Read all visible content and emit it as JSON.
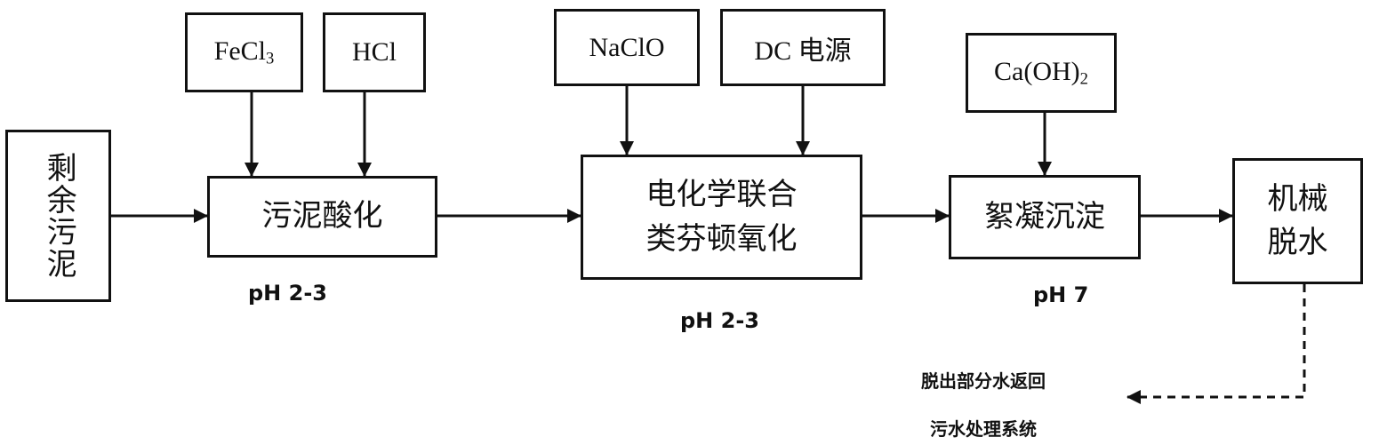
{
  "process_flow": {
    "nodes": {
      "sludge": "剩余污泥",
      "acidification": "污泥酸化",
      "electro_fenton_line1": "电化学联合",
      "electro_fenton_line2": "类芬顿氧化",
      "flocculation": "絮凝沉淀",
      "dewatering_line1": "机械",
      "dewatering_line2": "脱水"
    },
    "reagents": {
      "fecl3": {
        "base": "FeCl",
        "subscript": "3"
      },
      "hcl": "HCl",
      "naclo": "NaClO",
      "dc_power": "DC 电源",
      "caoh2": {
        "base": "Ca(OH)",
        "subscript": "2"
      }
    },
    "ph_labels": {
      "acidification": "pH 2-3",
      "electro_fenton": "pH 2-3",
      "flocculation": "pH 7"
    },
    "return_note": {
      "line1": "脱出部分水返回",
      "line2": "污水处理系统"
    }
  }
}
